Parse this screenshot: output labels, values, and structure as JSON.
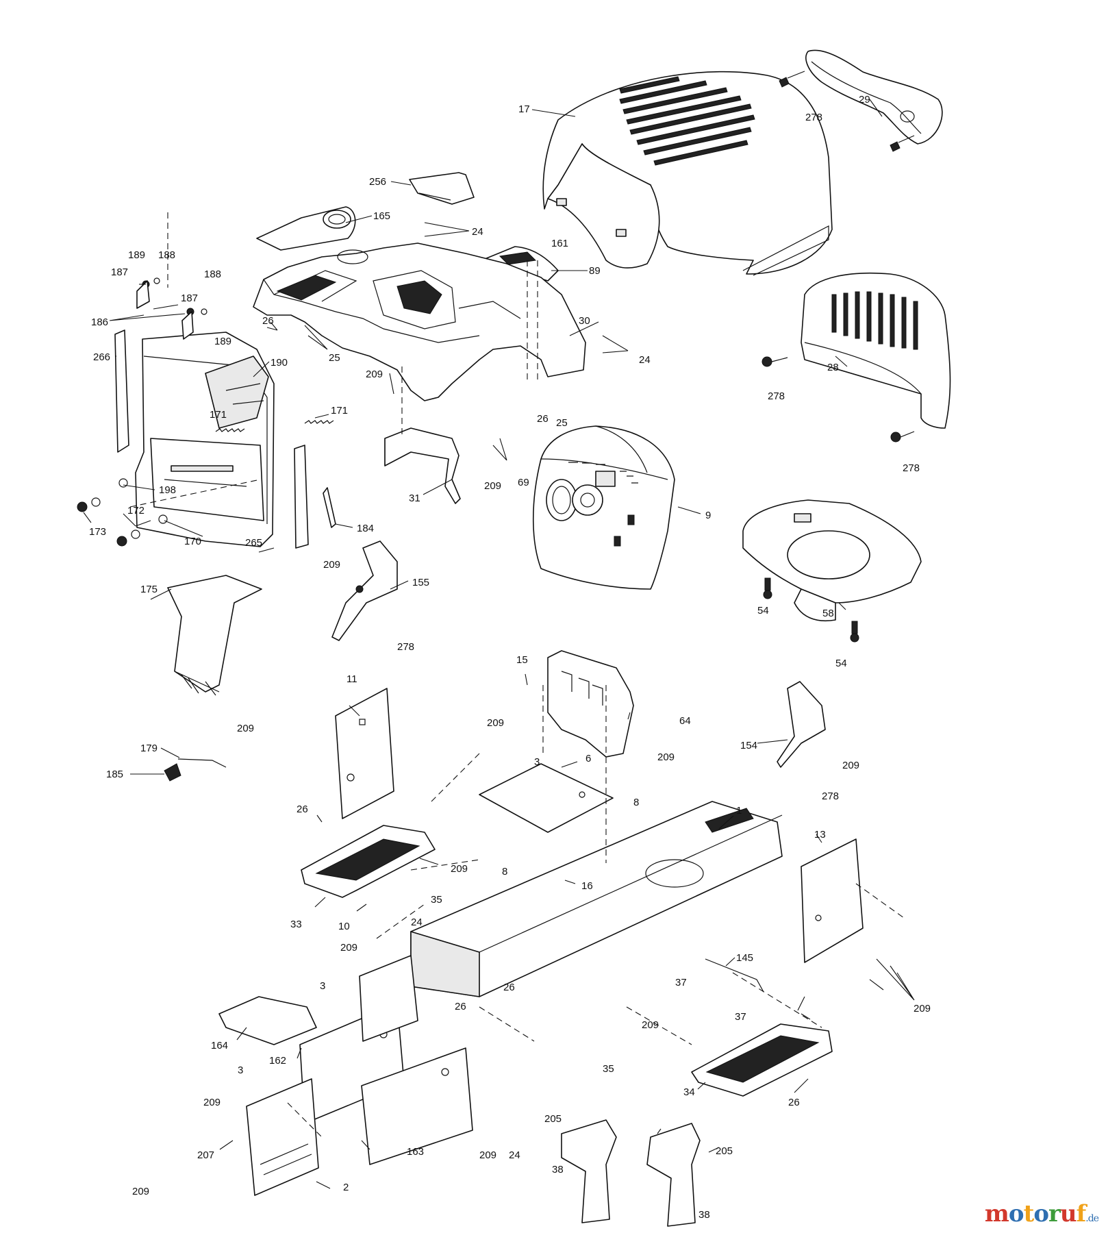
{
  "labels": {
    "l17": "17",
    "l278": "278",
    "l29": "29",
    "l256": "256",
    "l165": "165",
    "l24": "24",
    "l161": "161",
    "l89": "89",
    "l189": "189",
    "l188": "188",
    "l187": "187",
    "l186": "186",
    "l190": "190",
    "l266": "266",
    "l26": "26",
    "l25": "25",
    "l30": "30",
    "l28": "28",
    "l209": "209",
    "l171": "171",
    "l31": "31",
    "l69": "69",
    "l9": "9",
    "l198": "198",
    "l172": "172",
    "l173": "173",
    "l170": "170",
    "l184": "184",
    "l265": "265",
    "l54": "54",
    "l58": "58",
    "l155": "155",
    "l175": "175",
    "l15": "15",
    "l64": "64",
    "l11": "11",
    "l6": "6",
    "l3": "3",
    "l154": "154",
    "l179": "179",
    "l185": "185",
    "l8": "8",
    "l1": "1",
    "l13": "13",
    "l16": "16",
    "l35": "35",
    "l33": "33",
    "l10": "10",
    "l145": "145",
    "l37": "37",
    "l164": "164",
    "l162": "162",
    "l34": "34",
    "l207": "207",
    "l163": "163",
    "l205": "205",
    "l38": "38",
    "l2": "2"
  },
  "watermark": {
    "letters": [
      "m",
      "o",
      "t",
      "o",
      "r",
      "u",
      "f"
    ],
    "suffix": ".de"
  },
  "colors": {
    "line": "#111111",
    "part_fill": "#ffffff",
    "part_shade": "#e9e9e9",
    "wm1": "#d2382c",
    "wm2": "#2f6fb1",
    "wm3": "#f0a21a",
    "wm4": "#3d9c3a"
  }
}
